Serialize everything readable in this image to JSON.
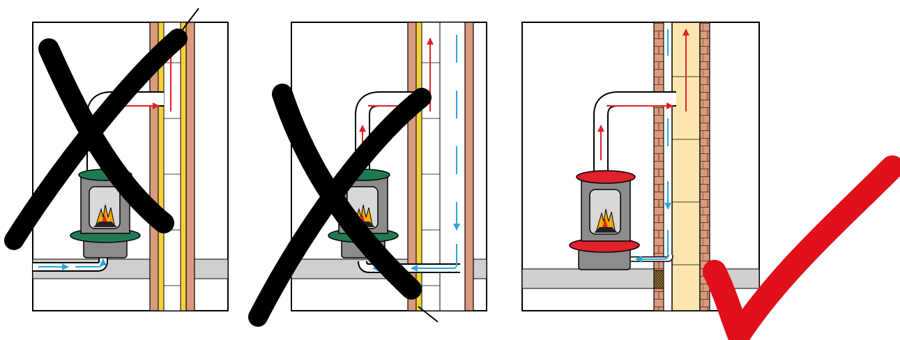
{
  "panels": [
    {
      "variant": "room-air-supply-through-floor",
      "verdict": "wrong",
      "verdict_icon": "cross-mark-icon",
      "stove_color": "#1f7a52",
      "air_inlet_route": "floor-duct-to-stove-bottom"
    },
    {
      "variant": "air-supply-via-chimney-shaft-single-wall",
      "verdict": "wrong",
      "verdict_icon": "cross-mark-icon",
      "stove_color": "#1f7a52",
      "air_inlet_route": "chimney-annulus-down-then-floor-duct"
    },
    {
      "variant": "concentric-air-flue-system",
      "verdict": "correct",
      "verdict_icon": "check-mark-icon",
      "stove_color": "#e0202a",
      "air_inlet_route": "chimney-annulus-down-to-stove"
    }
  ],
  "colors": {
    "brick": "#d99a7e",
    "insulation": "#f4d23a",
    "flue_liner": "#fbe6b0",
    "stove_body": "#8c8c8c",
    "stove_window": "#d8d8d8",
    "floor": "#cfcfcf",
    "hot_flow": "#e0202a",
    "fresh_air_flow": "#2aa6dc",
    "cross_mark": "#000000",
    "check_mark": "#e0101a",
    "flame_outer": "#f2a900",
    "flame_inner": "#e0202a"
  }
}
